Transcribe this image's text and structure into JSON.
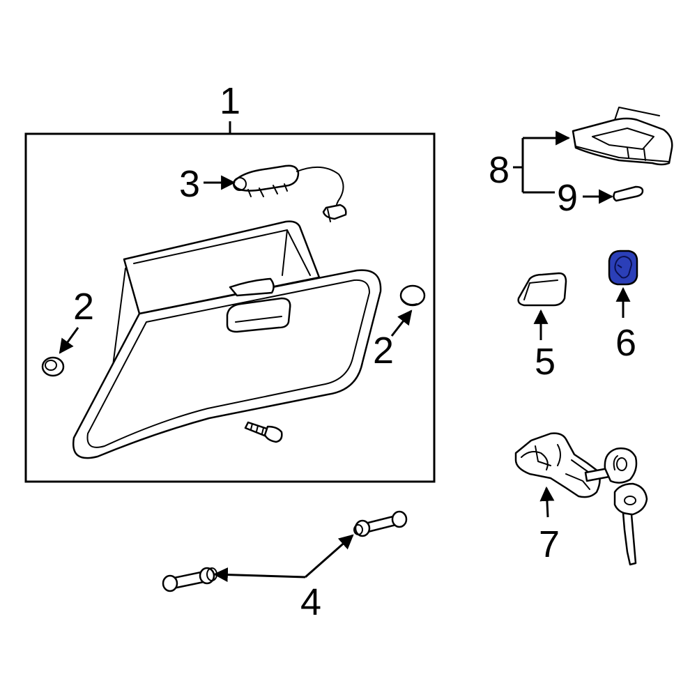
{
  "diagram": {
    "callouts": {
      "c1": "1",
      "c2a": "2",
      "c2b": "2",
      "c3": "3",
      "c4": "4",
      "c5": "5",
      "c6": "6",
      "c7": "7",
      "c8": "8",
      "c9": "9"
    },
    "colors": {
      "line": "#000000",
      "background": "#ffffff",
      "highlight": "#2b3fb8"
    }
  }
}
